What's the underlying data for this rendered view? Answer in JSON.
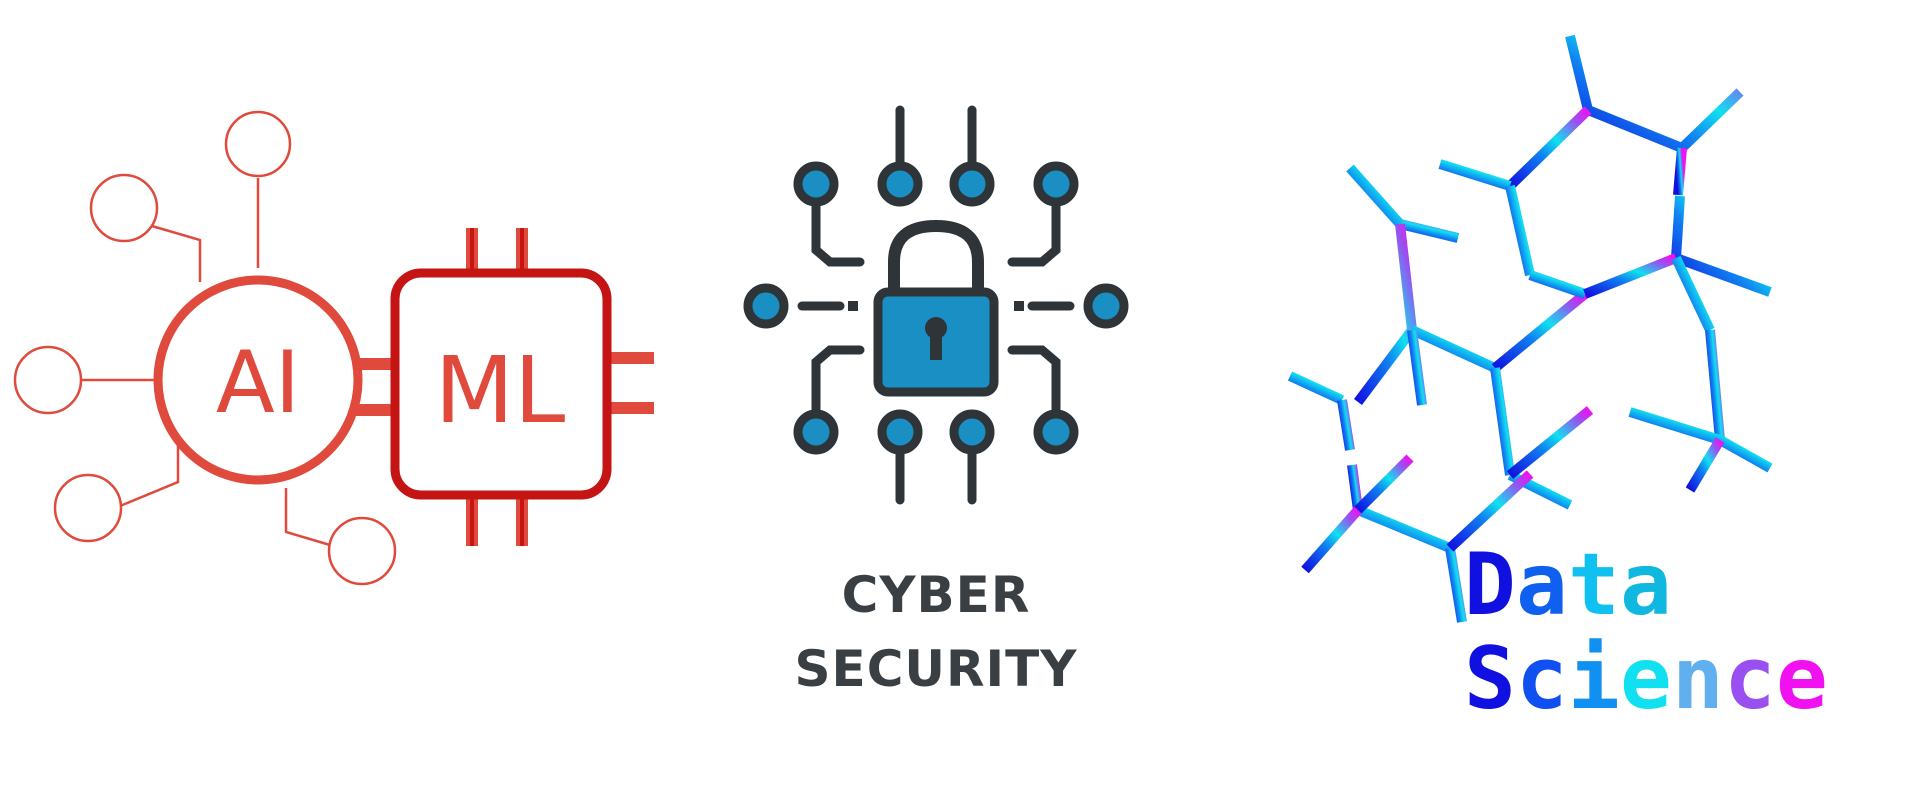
{
  "logos": {
    "aiml": {
      "ai_label": "AI",
      "ml_label": "ML",
      "colors": {
        "light_red": "#e04a3c",
        "dark_red": "#c41414"
      }
    },
    "cyber": {
      "line1": "CYBER",
      "line2": "SECURITY",
      "colors": {
        "dark": "#2f3438",
        "accent": "#1a8fc4"
      }
    },
    "data_science": {
      "word1": [
        "D",
        "a",
        "t",
        "a"
      ],
      "word2": [
        "S",
        "c",
        "i",
        "e",
        "n",
        "c",
        "e"
      ],
      "colors": {
        "blue": "#1010e0",
        "cyan": "#10e0f0",
        "purple": "#9a50f0",
        "magenta": "#f010f0"
      }
    }
  }
}
